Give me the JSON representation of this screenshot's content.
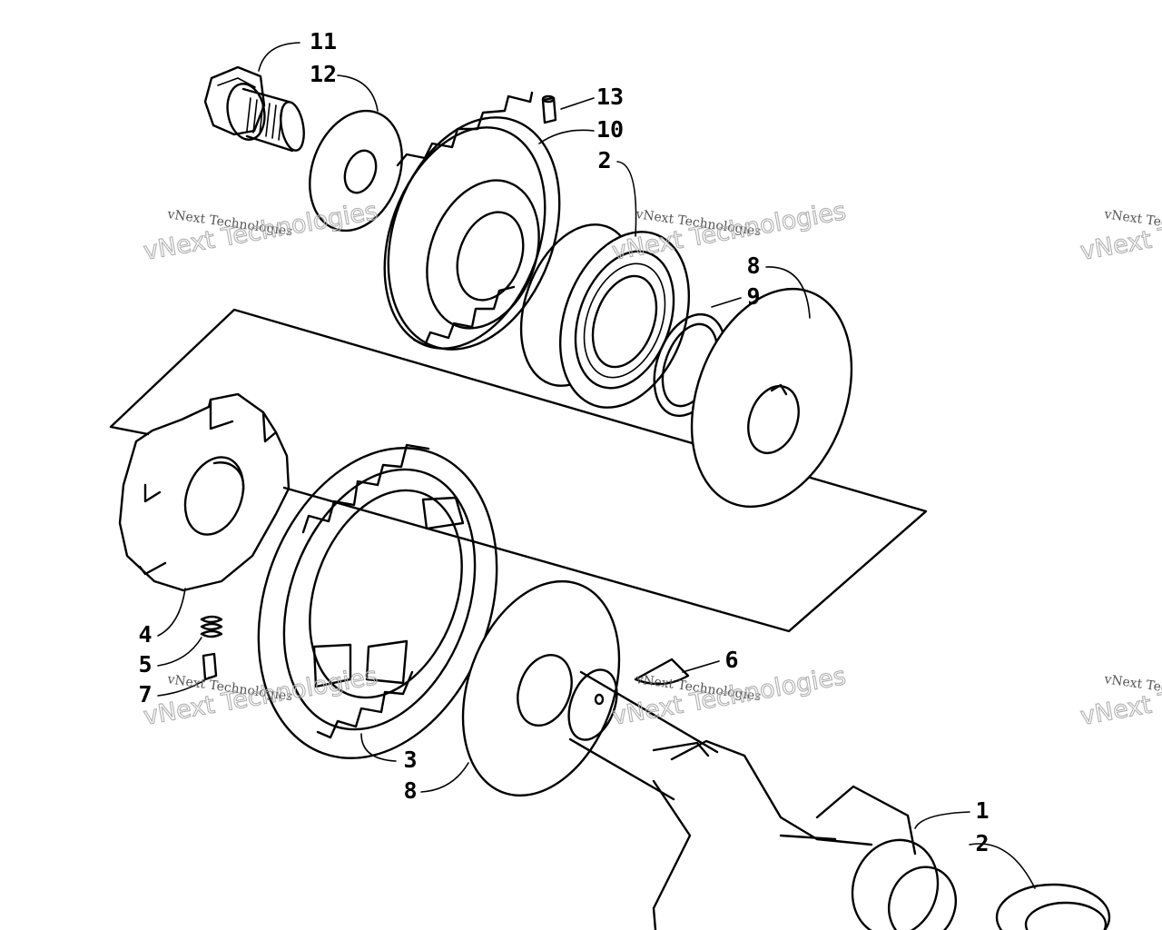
{
  "callouts": [
    {
      "id": "p11",
      "label": "11"
    },
    {
      "id": "p12",
      "label": "12"
    },
    {
      "id": "p13",
      "label": "13"
    },
    {
      "id": "p10",
      "label": "10"
    },
    {
      "id": "p2a",
      "label": "2"
    },
    {
      "id": "p8a",
      "label": "8"
    },
    {
      "id": "p9",
      "label": "9"
    },
    {
      "id": "p4",
      "label": "4"
    },
    {
      "id": "p5",
      "label": "5"
    },
    {
      "id": "p7",
      "label": "7"
    },
    {
      "id": "p6",
      "label": "6"
    },
    {
      "id": "p3",
      "label": "3"
    },
    {
      "id": "p8b",
      "label": "8"
    },
    {
      "id": "p1",
      "label": "1"
    },
    {
      "id": "p2b",
      "label": "2"
    }
  ],
  "watermark": {
    "small_text": "vNext Technologies",
    "big_text": "vNext Technologies"
  }
}
